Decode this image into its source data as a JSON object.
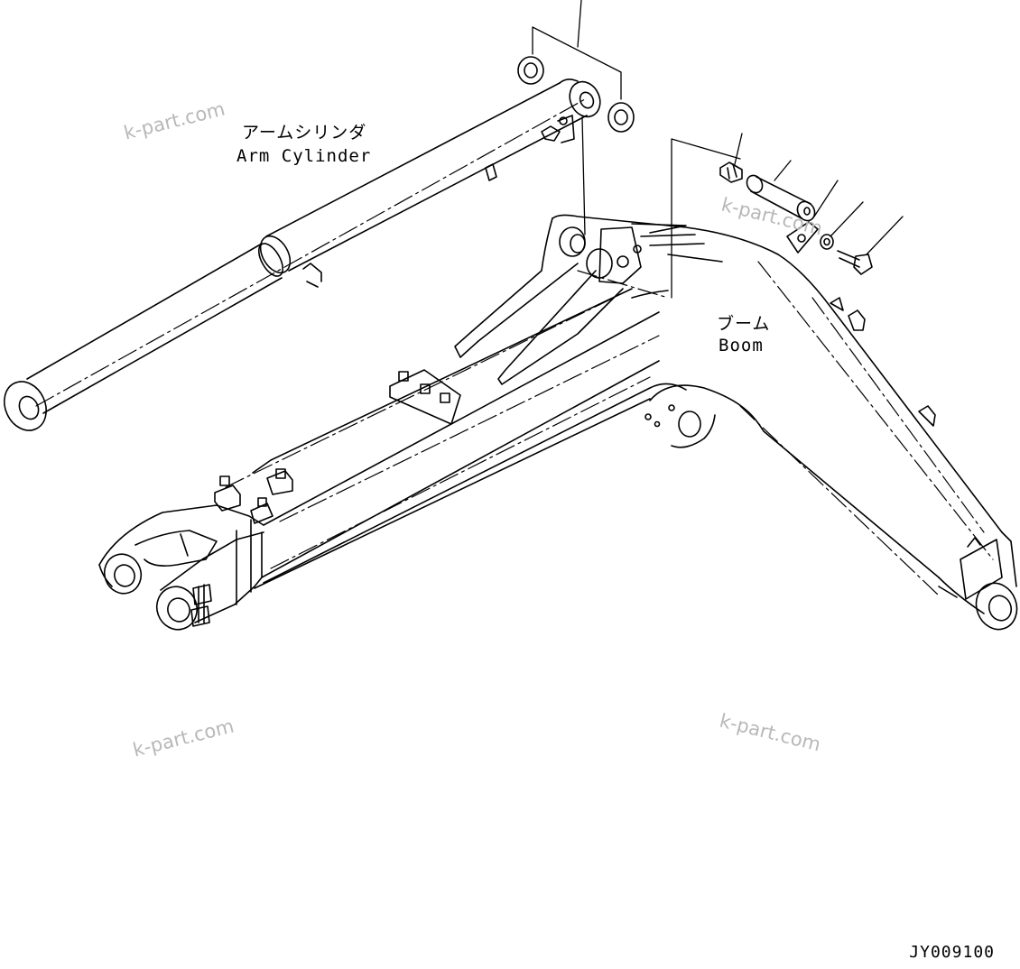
{
  "labels": {
    "arm_cylinder_jp": "アームシリンダ",
    "arm_cylinder_en": "Arm Cylinder",
    "boom_jp": "ブーム",
    "boom_en": "Boom"
  },
  "watermarks": [
    "k-part.com",
    "k-part.com",
    "k-part.com",
    "k-part.com"
  ],
  "drawing_code": "JY009100",
  "colors": {
    "line": "#000000",
    "watermark": "#b8b8b8",
    "background": "#ffffff"
  }
}
